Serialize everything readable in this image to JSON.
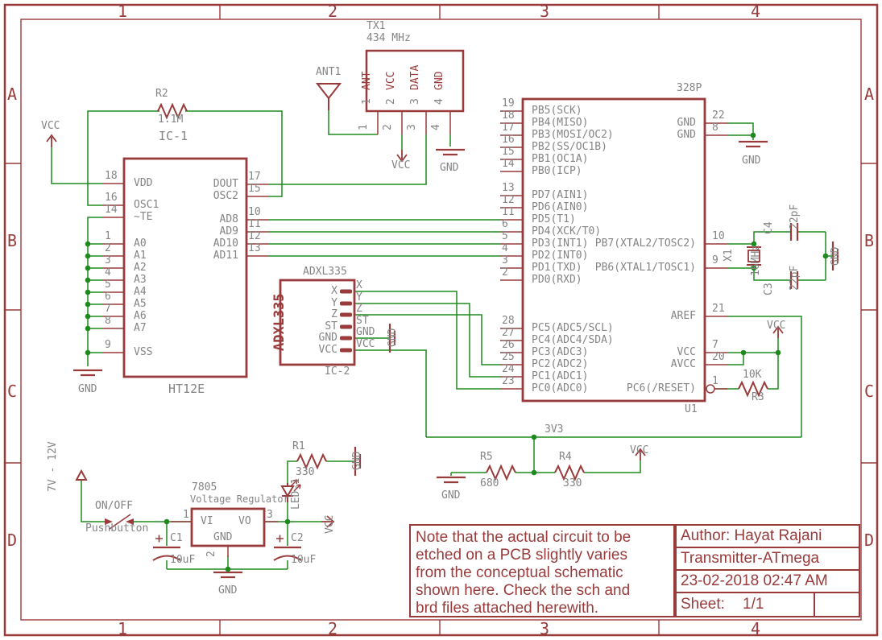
{
  "colors": {
    "symbol": "#993b3b",
    "wire": "#1e8a1e",
    "text_gray": "#848484"
  },
  "frame": {
    "cols": [
      "1",
      "2",
      "3",
      "4"
    ],
    "rows": [
      "A",
      "B",
      "C",
      "D"
    ]
  },
  "title_block": {
    "author": "Author: Hayat Rajani",
    "title": "Transmitter-ATmega",
    "datetime": "23-02-2018 02:47 AM",
    "sheet_label": "Sheet:",
    "sheet_value": "1/1"
  },
  "note_box": {
    "lines": [
      "Note that the actual circuit to be",
      "etched on a PCB slightly varies",
      "from the conceptual schematic",
      "shown here. Check the sch and",
      "brd files attached herewith."
    ]
  },
  "nets": {
    "vcc": "VCC",
    "gnd": "GND",
    "v33": "3V3"
  },
  "ht12e": {
    "ref": "IC-1",
    "part": "HT12E",
    "pin_vdd": {
      "num": "18",
      "name": "VDD"
    },
    "pin_osc1": {
      "num": "16",
      "name": "OSC1"
    },
    "pin_te": {
      "num": "14",
      "name": "~TE"
    },
    "pin_vss": {
      "num": "9",
      "name": "VSS"
    },
    "pins_a": [
      {
        "num": "1",
        "name": "A0"
      },
      {
        "num": "2",
        "name": "A1"
      },
      {
        "num": "3",
        "name": "A2"
      },
      {
        "num": "4",
        "name": "A3"
      },
      {
        "num": "5",
        "name": "A4"
      },
      {
        "num": "6",
        "name": "A5"
      },
      {
        "num": "7",
        "name": "A6"
      },
      {
        "num": "8",
        "name": "A7"
      }
    ],
    "pins_out": [
      {
        "num": "17",
        "name": "DOUT"
      },
      {
        "num": "15",
        "name": "OSC2"
      }
    ],
    "pins_ad": [
      {
        "num": "10",
        "name": "AD8"
      },
      {
        "num": "11",
        "name": "AD9"
      },
      {
        "num": "12",
        "name": "AD10"
      },
      {
        "num": "13",
        "name": "AD11"
      }
    ]
  },
  "atmega": {
    "part": "328P",
    "ref": "U1",
    "pins_pb": [
      {
        "num": "19",
        "name": "PB5(SCK)"
      },
      {
        "num": "18",
        "name": "PB4(MISO)"
      },
      {
        "num": "17",
        "name": "PB3(MOSI/OC2)"
      },
      {
        "num": "16",
        "name": "PB2(SS/OC1B)"
      },
      {
        "num": "15",
        "name": "PB1(OC1A)"
      },
      {
        "num": "14",
        "name": "PB0(ICP)"
      }
    ],
    "pins_pd": [
      {
        "num": "13",
        "name": "PD7(AIN1)"
      },
      {
        "num": "12",
        "name": "PD6(AIN0)"
      },
      {
        "num": "11",
        "name": "PD5(T1)"
      },
      {
        "num": "6",
        "name": "PD4(XCK/T0)"
      },
      {
        "num": "5",
        "name": "PD3(INT1)"
      },
      {
        "num": "4",
        "name": "PD2(INT0)"
      },
      {
        "num": "3",
        "name": "PD1(TXD)"
      },
      {
        "num": "2",
        "name": "PD0(RXD)"
      }
    ],
    "pins_pc": [
      {
        "num": "28",
        "name": "PC5(ADC5/SCL)"
      },
      {
        "num": "27",
        "name": "PC4(ADC4/SDA)"
      },
      {
        "num": "26",
        "name": "PC3(ADC3)"
      },
      {
        "num": "25",
        "name": "PC2(ADC2)"
      },
      {
        "num": "24",
        "name": "PC1(ADC1)"
      },
      {
        "num": "23",
        "name": "PC0(ADC0)"
      }
    ],
    "pins_right": [
      {
        "num": "22",
        "name": "GND"
      },
      {
        "num": "8",
        "name": "GND"
      },
      {
        "num": "10",
        "name": "PB7(XTAL2/TOSC2)"
      },
      {
        "num": "9",
        "name": "PB6(XTAL1/TOSC1)"
      },
      {
        "num": "21",
        "name": "AREF"
      },
      {
        "num": "7",
        "name": "VCC"
      },
      {
        "num": "20",
        "name": "AVCC"
      },
      {
        "num": "1",
        "name": "PC6(/RESET)"
      }
    ]
  },
  "tx1": {
    "ref": "TX1",
    "value": "434 MHz",
    "pins": [
      {
        "num": "1",
        "name": "ANT"
      },
      {
        "num": "2",
        "name": "VCC"
      },
      {
        "num": "3",
        "name": "DATA"
      },
      {
        "num": "4",
        "name": "GND"
      }
    ]
  },
  "adxl": {
    "label": "ADXL335",
    "device": "ADXL335",
    "ref": "IC-2",
    "pins": [
      "X",
      "Y",
      "Z",
      "ST",
      "GND",
      "VCC"
    ]
  },
  "regulator": {
    "part": "7805",
    "desc": "Voltage Regulator",
    "vi": "VI",
    "vo": "VO",
    "gnd": "GND",
    "num_vi": "1",
    "num_vo": "3",
    "num_gnd": "2"
  },
  "parts": {
    "r1": {
      "ref": "R1",
      "value": "330"
    },
    "r2": {
      "ref": "R2",
      "value": "1.1M"
    },
    "r3": {
      "ref": "R3",
      "value": "10K"
    },
    "r4": {
      "ref": "R4",
      "value": "330"
    },
    "r5": {
      "ref": "R5",
      "value": "680"
    },
    "c1": {
      "ref": "C1",
      "value": "10uF"
    },
    "c2": {
      "ref": "C2",
      "value": "10uF"
    },
    "c3": {
      "ref": "C3",
      "value": "22pF"
    },
    "c4": {
      "ref": "C4",
      "value": "22pF"
    },
    "x1": {
      "ref": "X1",
      "value": "16MHz"
    },
    "ant": {
      "ref": "ANT1"
    },
    "led": {
      "ref": "LED-1"
    },
    "switch": {
      "label": "ON/OFF",
      "sublabel": "Pushbutton"
    },
    "supply": {
      "label": "7V - 12V"
    }
  }
}
